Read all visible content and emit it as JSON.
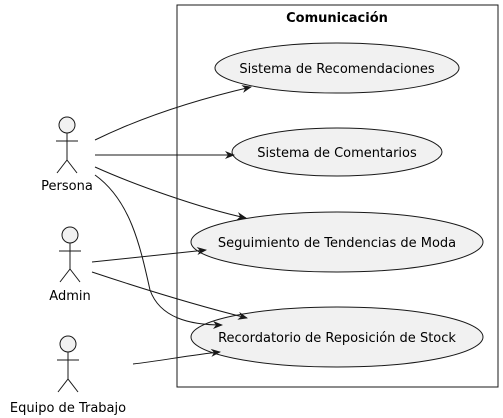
{
  "diagram": {
    "package_title": "Comunicación",
    "actors": [
      {
        "id": "persona",
        "label": "Persona"
      },
      {
        "id": "admin",
        "label": "Admin"
      },
      {
        "id": "equipo",
        "label": "Equipo de Trabajo"
      }
    ],
    "use_cases": [
      {
        "id": "recomendaciones",
        "label": "Sistema de Recomendaciones"
      },
      {
        "id": "comentarios",
        "label": "Sistema de Comentarios"
      },
      {
        "id": "tendencias",
        "label": "Seguimiento de Tendencias de Moda"
      },
      {
        "id": "stock",
        "label": "Recordatorio de Reposición de Stock"
      }
    ],
    "associations": [
      {
        "from": "persona",
        "to": "recomendaciones"
      },
      {
        "from": "persona",
        "to": "comentarios"
      },
      {
        "from": "persona",
        "to": "tendencias"
      },
      {
        "from": "persona",
        "to": "stock"
      },
      {
        "from": "admin",
        "to": "tendencias"
      },
      {
        "from": "admin",
        "to": "stock"
      },
      {
        "from": "equipo",
        "to": "stock"
      }
    ],
    "colors": {
      "actor_fill": "#F1F1F1",
      "usecase_fill": "#F1F1F1",
      "stroke": "#181818",
      "package_fill": "#FFFFFF"
    }
  }
}
